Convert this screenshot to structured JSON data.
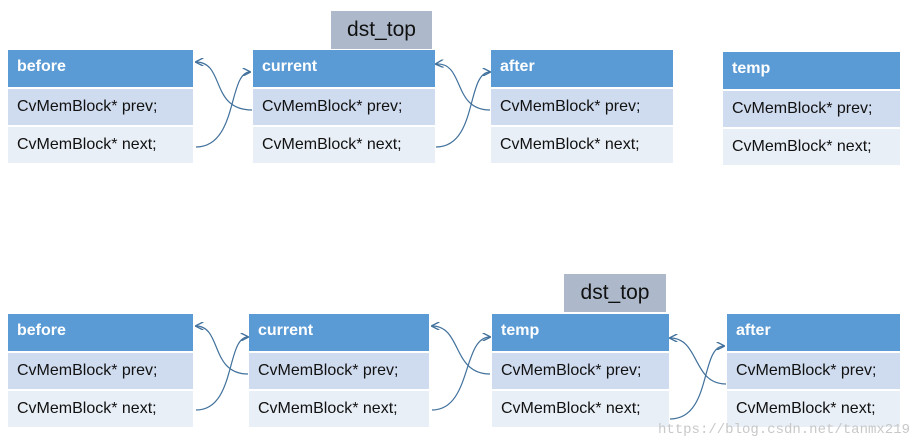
{
  "diagram_top": {
    "nodes": [
      {
        "title": "before",
        "prev": "CvMemBlock* prev;",
        "next": "CvMemBlock* next;"
      },
      {
        "title": "current",
        "prev": "CvMemBlock* prev;",
        "next": "CvMemBlock* next;"
      },
      {
        "title": "after",
        "prev": "CvMemBlock* prev;",
        "next": "CvMemBlock* next;"
      },
      {
        "title": "temp",
        "prev": "CvMemBlock* prev;",
        "next": "CvMemBlock* next;"
      }
    ],
    "pointer_label": "dst_top"
  },
  "diagram_bottom": {
    "nodes": [
      {
        "title": "before",
        "prev": "CvMemBlock* prev;",
        "next": "CvMemBlock* next;"
      },
      {
        "title": "current",
        "prev": "CvMemBlock* prev;",
        "next": "CvMemBlock* next;"
      },
      {
        "title": "temp",
        "prev": "CvMemBlock* prev;",
        "next": "CvMemBlock* next;"
      },
      {
        "title": "after",
        "prev": "CvMemBlock* prev;",
        "next": "CvMemBlock* next;"
      }
    ],
    "pointer_label": "dst_top"
  },
  "colors": {
    "header": "#5b9bd5",
    "row_prev": "#cfdbee",
    "row_next": "#e9eff7",
    "pointer_box": "#adb9ca",
    "arrow": "#41719c"
  },
  "watermark": "https://blog.csdn.net/tanmx219"
}
